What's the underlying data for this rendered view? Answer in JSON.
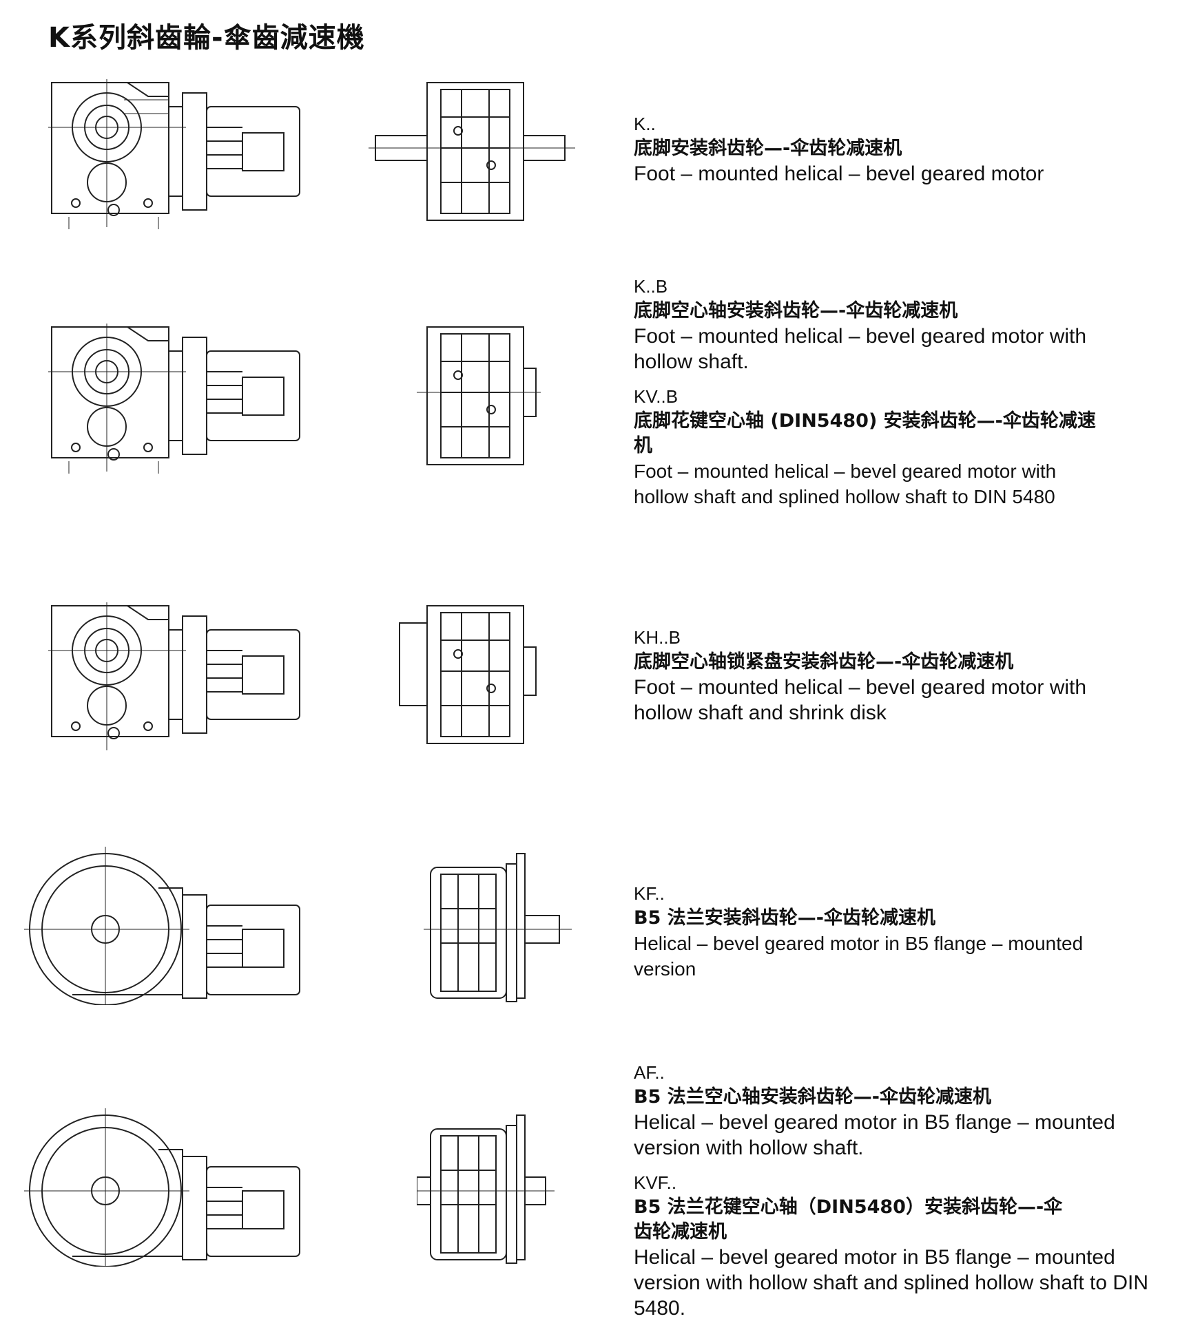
{
  "title": "K系列斜齒輪-傘齒減速機",
  "entries": [
    {
      "code": "K..",
      "zh": "底脚安装斜齿轮—-伞齿轮减速机",
      "en": "Foot – mounted helical – bevel geared motor"
    },
    {
      "code": "K..B",
      "zh": "底脚空心轴安装斜齿轮—-伞齿轮减速机",
      "en": "Foot – mounted helical – bevel geared motor with hollow shaft."
    },
    {
      "code": "KV..B",
      "zh": "底脚花键空心轴 (DIN5480) 安装斜齿轮—-伞齿轮减速机",
      "en": "Foot – mounted helical – bevel geared motor with hollow shaft and splined hollow shaft to DIN 5480"
    },
    {
      "code": "KH..B",
      "zh": "底脚空心轴锁紧盘安装斜齿轮—-伞齿轮减速机",
      "en": "Foot – mounted helical – bevel geared motor with hollow shaft and shrink disk"
    },
    {
      "code": "KF..",
      "zh": "B5 法兰安装斜齿轮—-伞齿轮减速机",
      "en": "Helical – bevel geared motor in B5 flange – mounted version"
    },
    {
      "code": "AF..",
      "zh": "B5 法兰空心轴安装斜齿轮—-伞齿轮减速机",
      "en": "Helical – bevel geared motor in B5 flange – mounted version with hollow shaft."
    },
    {
      "code": "KVF..",
      "zh": "B5 法兰花键空心轴（DIN5480）安装斜齿轮—-伞齿轮减速机",
      "en": "Helical – bevel geared motor in B5 flange – mounted version with hollow shaft and splined hollow shaft to DIN 5480."
    }
  ]
}
